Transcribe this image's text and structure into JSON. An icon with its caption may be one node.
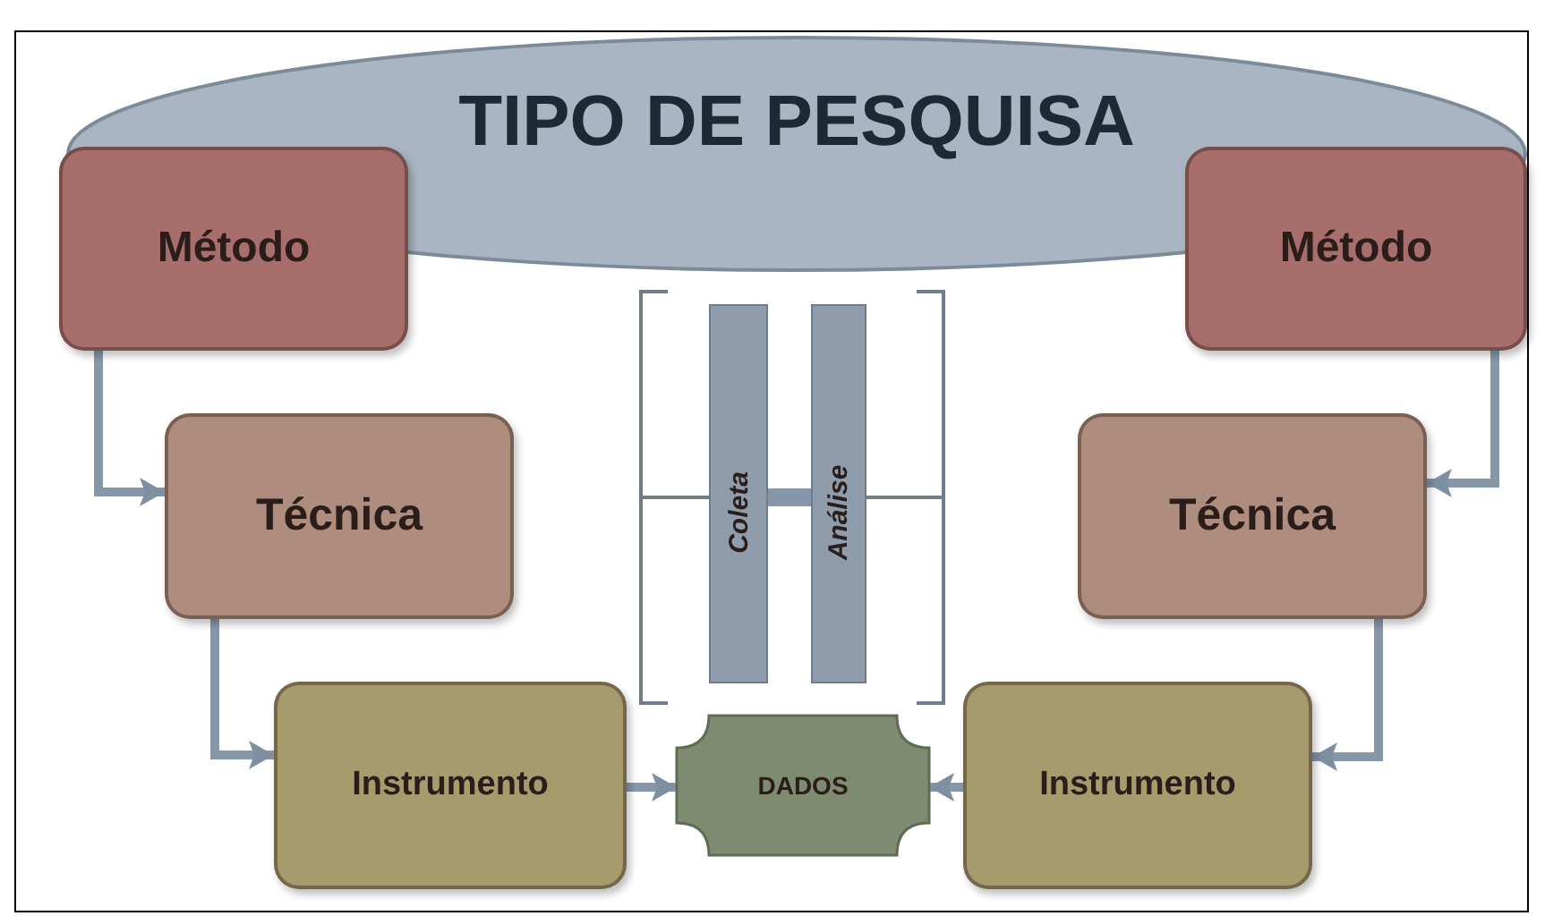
{
  "diagram": {
    "nodes": [
      {
        "text": [
          "TIPO DE PESQUISA"
        ]
      },
      {
        "text": [
          "Método"
        ]
      },
      {
        "text": [
          "Método"
        ]
      },
      {
        "text": [
          "Técnica"
        ]
      },
      {
        "text": [
          "Técnica"
        ]
      },
      {
        "text": [
          "Coleta"
        ]
      },
      {
        "text": [
          "Análise"
        ]
      },
      {
        "text": [
          "Instrumento"
        ]
      },
      {
        "text": [
          "DADOS"
        ]
      },
      {
        "text": [
          "Instrumento"
        ]
      }
    ],
    "edges": [
      {
        "from": 1,
        "to": 3,
        "arrow": "to"
      },
      {
        "from": 3,
        "to": 7,
        "arrow": "to"
      },
      {
        "from": 7,
        "to": 8,
        "arrow": "to"
      },
      {
        "from": 2,
        "to": 4,
        "arrow": "to"
      },
      {
        "from": 4,
        "to": 9,
        "arrow": "to"
      },
      {
        "from": 9,
        "to": 8,
        "arrow": "to"
      },
      {
        "from": 5,
        "to": 6,
        "arrow": "none",
        "style": "thick"
      }
    ]
  }
}
